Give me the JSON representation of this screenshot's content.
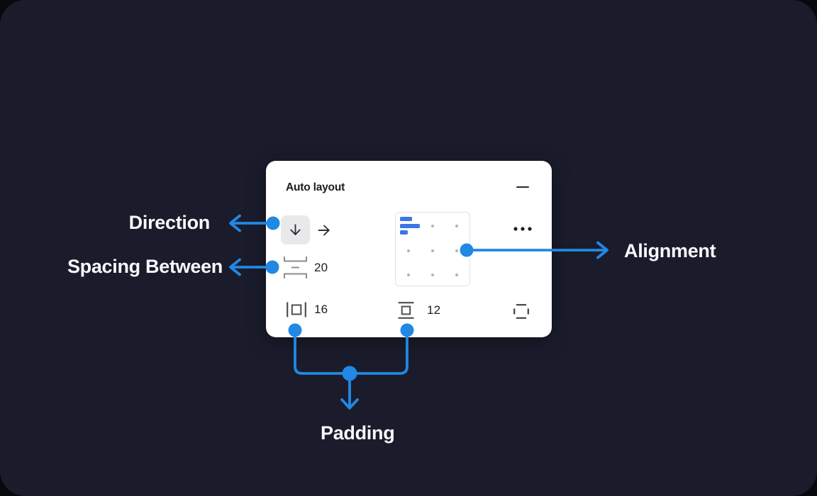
{
  "colors": {
    "annotation": "#2189E4",
    "bars": "#3B76E8",
    "frame-bg": "#1A1C2C",
    "outer-bg": "#08090D",
    "card-bg": "#FFFFFF",
    "text-dark": "#1D1D1F",
    "label-light": "#F8F9FC",
    "icon-gray": "#8C8C8C",
    "icon-dark": "#4F4F4F",
    "dot-gray": "#B3B3B3",
    "selected-bg": "#E9E9EB",
    "grid-border": "#E2E2E5"
  },
  "card": {
    "title": "Auto layout",
    "direction": {
      "selected": "down",
      "options": [
        "down",
        "right"
      ]
    },
    "alignment": {
      "selected": "top-left"
    },
    "spacing_between": {
      "value": "20"
    },
    "padding": {
      "horizontal": "16",
      "vertical": "12"
    },
    "icons": [
      "minus-icon",
      "arrow-down-icon",
      "arrow-right-icon",
      "alignment-grid",
      "ellipsis-icon",
      "spacing-between-icon",
      "horizontal-padding-icon",
      "vertical-padding-icon",
      "individual-padding-icon"
    ]
  },
  "annotations": {
    "direction": {
      "label": "Direction"
    },
    "spacing": {
      "label": "Spacing Between"
    },
    "alignment": {
      "label": "Alignment"
    },
    "padding": {
      "label": "Padding"
    }
  }
}
